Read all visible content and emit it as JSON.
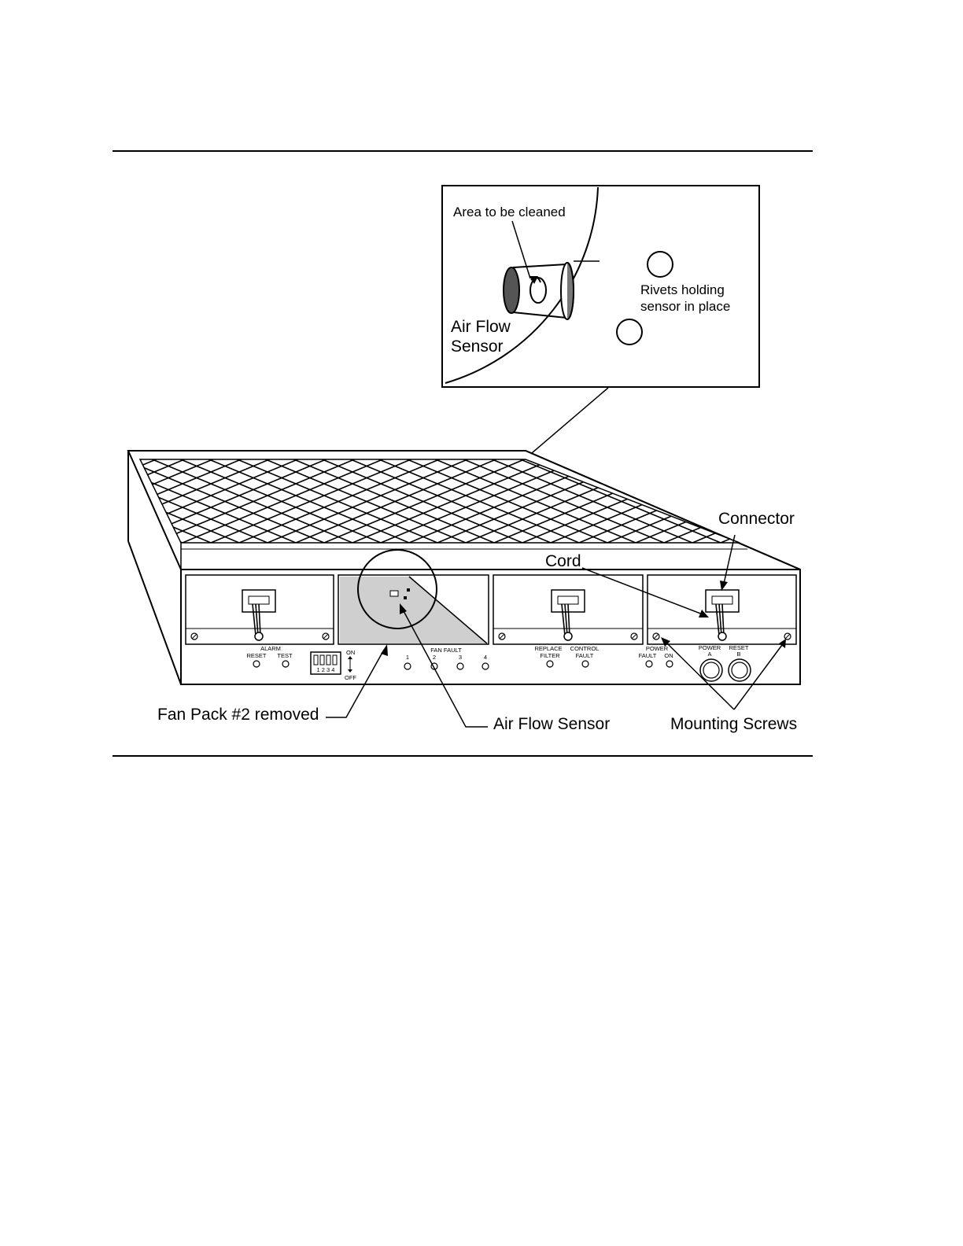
{
  "figure": {
    "inset": {
      "area_label": "Area to be cleaned",
      "rivets_line1": "Rivets holding",
      "rivets_line2": "sensor in place",
      "sensor_line1": "Air Flow",
      "sensor_line2": "Sensor"
    },
    "callouts": {
      "connector": "Connector",
      "cord": "Cord",
      "fan_pack_removed": "Fan Pack #2 removed",
      "air_flow_sensor": "Air Flow Sensor",
      "mounting_screws": "Mounting Screws"
    },
    "panel": {
      "alarm": "ALARM",
      "reset": "RESET",
      "test": "TEST",
      "dip_numbers": "1 2 3 4",
      "on": "ON",
      "off": "OFF",
      "fan_fault": "FAN FAULT",
      "fan_1": "1",
      "fan_2": "2",
      "fan_3": "3",
      "fan_4": "4",
      "replace": "REPLACE",
      "filter": "FILTER",
      "control": "CONTROL",
      "fault": "FAULT",
      "power": "POWER",
      "power_fault": "FAULT",
      "power_on": "ON",
      "power_button": "POWER",
      "power_a": "A",
      "reset_button": "RESET",
      "reset_b": "B"
    }
  }
}
